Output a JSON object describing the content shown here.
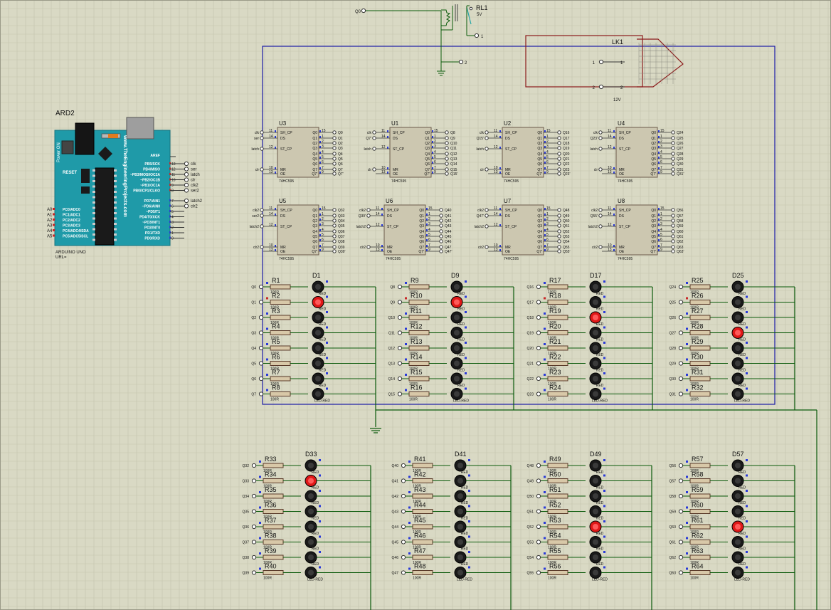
{
  "relay": {
    "ref": "RL1",
    "voltage": "5V",
    "input_net": "Q0",
    "pin1": "1",
    "pin2": "2"
  },
  "lock": {
    "ref": "LK1",
    "pin1": "1",
    "pin2": "2",
    "voltage": "12V"
  },
  "arduino": {
    "ref": "ARD2",
    "title": "ARDUINO UNO",
    "url": "URL=",
    "brand_text": "www.TheEngineeringProjects.com",
    "reset_label": "RESET",
    "aref_label": "AREF",
    "pin_labels_top": [
      "PB5/SCK",
      "PB4/MISO",
      "~PB3/MOSI/OC2A",
      "~PB2/OC1B",
      "~PB1/OC1A",
      "PB0/ICP1/CLKO"
    ],
    "pin_numbers_top": [
      "13",
      "12",
      "11",
      "10",
      "9",
      "8"
    ],
    "pin_labels_bottom": [
      "PD7/AIN1",
      "~PD6/AIN0",
      "~PD5/T1",
      "PD4/T0/XCK",
      "~PD3/INT1",
      "PD2/INT0",
      "PD1/TXD",
      "PD0/RXD"
    ],
    "pin_numbers_bottom": [
      "7",
      "6",
      "5",
      "4",
      "3",
      "2",
      "1",
      "0"
    ],
    "analog_labels": [
      "A0",
      "A1",
      "A2",
      "A3",
      "A4",
      "A5"
    ],
    "analog_pin_names": [
      "PC0/ADC0",
      "PC1/ADC1",
      "PC2/ADC2",
      "PC3/ADC3",
      "PC4/ADC4/SDA",
      "PC5/ADC5/SCL"
    ],
    "nets_top": [
      "clk",
      "ser",
      "latch",
      "clr",
      "clk2",
      "ser2"
    ],
    "nets_bottom": [
      "latch2",
      "clr2"
    ]
  },
  "ic_part": "74HC595",
  "ic_pins": {
    "left": [
      "SH_CP",
      "DS",
      "ST_CP",
      "MR",
      "OE"
    ],
    "left_nums": [
      "11",
      "14",
      "12",
      "10",
      "13"
    ],
    "right": [
      "Q0",
      "Q1",
      "Q2",
      "Q3",
      "Q4",
      "Q5",
      "Q6",
      "Q7",
      "Q7'"
    ],
    "right_nums": [
      "15",
      "1",
      "2",
      "3",
      "4",
      "5",
      "6",
      "7",
      "9"
    ]
  },
  "registers": [
    {
      "ref": "U3",
      "inputs": [
        "clk",
        "ser",
        "latch",
        "clr",
        ""
      ],
      "outputs": [
        "Q0",
        "Q1",
        "Q2",
        "Q3",
        "Q4",
        "Q5",
        "Q6",
        "Q7",
        "Q7'"
      ]
    },
    {
      "ref": "U1",
      "inputs": [
        "clk",
        "Q7'",
        "latch",
        "clr",
        ""
      ],
      "outputs": [
        "Q8",
        "Q9",
        "Q10",
        "Q11",
        "Q12",
        "Q13",
        "Q14",
        "Q15",
        "Q15'"
      ]
    },
    {
      "ref": "U2",
      "inputs": [
        "clk",
        "Q15'",
        "latch",
        "clr",
        ""
      ],
      "outputs": [
        "Q16",
        "Q17",
        "Q18",
        "Q19",
        "Q20",
        "Q21",
        "Q22",
        "Q23",
        "Q23'"
      ]
    },
    {
      "ref": "U4",
      "inputs": [
        "clk",
        "Q23'",
        "latch",
        "clr",
        ""
      ],
      "outputs": [
        "Q24",
        "Q25",
        "Q26",
        "Q27",
        "Q28",
        "Q29",
        "Q30",
        "Q31",
        "Q31'"
      ]
    },
    {
      "ref": "U5",
      "inputs": [
        "clk2",
        "ser2",
        "latch2",
        "clr2",
        ""
      ],
      "outputs": [
        "Q32",
        "Q33",
        "Q34",
        "Q35",
        "Q36",
        "Q37",
        "Q38",
        "Q39",
        "Q39'"
      ]
    },
    {
      "ref": "U6",
      "inputs": [
        "clk2",
        "Q39'",
        "latch2",
        "clr2",
        ""
      ],
      "outputs": [
        "Q40",
        "Q41",
        "Q42",
        "Q43",
        "Q44",
        "Q45",
        "Q46",
        "Q47",
        "Q47'"
      ]
    },
    {
      "ref": "U7",
      "inputs": [
        "clk2",
        "Q47'",
        "latch2",
        "clr2",
        ""
      ],
      "outputs": [
        "Q48",
        "Q49",
        "Q50",
        "Q51",
        "Q52",
        "Q53",
        "Q54",
        "Q55",
        "Q55'"
      ]
    },
    {
      "ref": "U8",
      "inputs": [
        "clk2",
        "Q55'",
        "latch2",
        "clr2",
        ""
      ],
      "outputs": [
        "Q56",
        "Q57",
        "Q58",
        "Q59",
        "Q60",
        "Q61",
        "Q62",
        "Q63",
        "Q63'"
      ]
    }
  ],
  "resistor_value": "100R",
  "led_part": "LED-RED",
  "led_banks": [
    {
      "led_ref": "D1",
      "nets": [
        "Q0",
        "Q1",
        "Q2",
        "Q3",
        "Q4",
        "Q5",
        "Q6",
        "Q7"
      ],
      "resistors": [
        "R1",
        "R2",
        "R3",
        "R4",
        "R5",
        "R6",
        "R7",
        "R8"
      ],
      "lit": [
        false,
        true,
        false,
        false,
        false,
        false,
        false,
        false
      ]
    },
    {
      "led_ref": "D9",
      "nets": [
        "Q8",
        "Q9",
        "Q10",
        "Q11",
        "Q12",
        "Q13",
        "Q14",
        "Q15"
      ],
      "resistors": [
        "R9",
        "R10",
        "R11",
        "R12",
        "R13",
        "R14",
        "R15",
        "R16"
      ],
      "lit": [
        false,
        true,
        false,
        false,
        false,
        false,
        false,
        false
      ]
    },
    {
      "led_ref": "D17",
      "nets": [
        "Q16",
        "Q17",
        "Q18",
        "Q19",
        "Q20",
        "Q21",
        "Q22",
        "Q23"
      ],
      "resistors": [
        "R17",
        "R18",
        "R19",
        "R20",
        "R21",
        "R22",
        "R23",
        "R24"
      ],
      "lit": [
        false,
        false,
        true,
        false,
        false,
        false,
        false,
        false
      ]
    },
    {
      "led_ref": "D25",
      "nets": [
        "Q24",
        "Q25",
        "Q26",
        "Q27",
        "Q28",
        "Q29",
        "Q30",
        "Q31"
      ],
      "resistors": [
        "R25",
        "R26",
        "R27",
        "R28",
        "R29",
        "R30",
        "R31",
        "R32"
      ],
      "lit": [
        false,
        false,
        false,
        true,
        false,
        false,
        false,
        false
      ]
    },
    {
      "led_ref": "D33",
      "nets": [
        "Q32",
        "Q33",
        "Q34",
        "Q35",
        "Q36",
        "Q37",
        "Q38",
        "Q39"
      ],
      "resistors": [
        "R33",
        "R34",
        "R35",
        "R36",
        "R37",
        "R38",
        "R39",
        "R40"
      ],
      "lit": [
        false,
        true,
        false,
        false,
        false,
        false,
        false,
        false
      ]
    },
    {
      "led_ref": "D41",
      "nets": [
        "Q40",
        "Q41",
        "Q42",
        "Q43",
        "Q44",
        "Q45",
        "Q46",
        "Q47"
      ],
      "resistors": [
        "R41",
        "R42",
        "R43",
        "R44",
        "R45",
        "R46",
        "R47",
        "R48"
      ],
      "lit": [
        false,
        false,
        false,
        false,
        false,
        false,
        false,
        false
      ]
    },
    {
      "led_ref": "D49",
      "nets": [
        "Q48",
        "Q49",
        "Q50",
        "Q51",
        "Q52",
        "Q53",
        "Q54",
        "Q55"
      ],
      "resistors": [
        "R49",
        "R50",
        "R51",
        "R52",
        "R53",
        "R54",
        "R55",
        "R56"
      ],
      "lit": [
        false,
        false,
        false,
        false,
        true,
        false,
        false,
        false
      ]
    },
    {
      "led_ref": "D57",
      "nets": [
        "Q56",
        "Q57",
        "Q58",
        "Q59",
        "Q60",
        "Q61",
        "Q62",
        "Q63"
      ],
      "resistors": [
        "R57",
        "R58",
        "R59",
        "R60",
        "R61",
        "R62",
        "R63",
        "R64"
      ],
      "lit": [
        false,
        false,
        false,
        false,
        true,
        false,
        false,
        false
      ]
    }
  ],
  "colors": {
    "sheet": "#d9d9c4",
    "grid": "#c3c3ad",
    "wire": "#0a5a0a",
    "frame": "#1a1aa6",
    "body": "#ccc7b0",
    "lock": "#8c1a1a",
    "pin_blue": "#2a3ad8",
    "pin_red": "#c82828",
    "led_on": "#e01818",
    "led_off": "#1a1a1a",
    "arduino": "#1f9aa8"
  }
}
